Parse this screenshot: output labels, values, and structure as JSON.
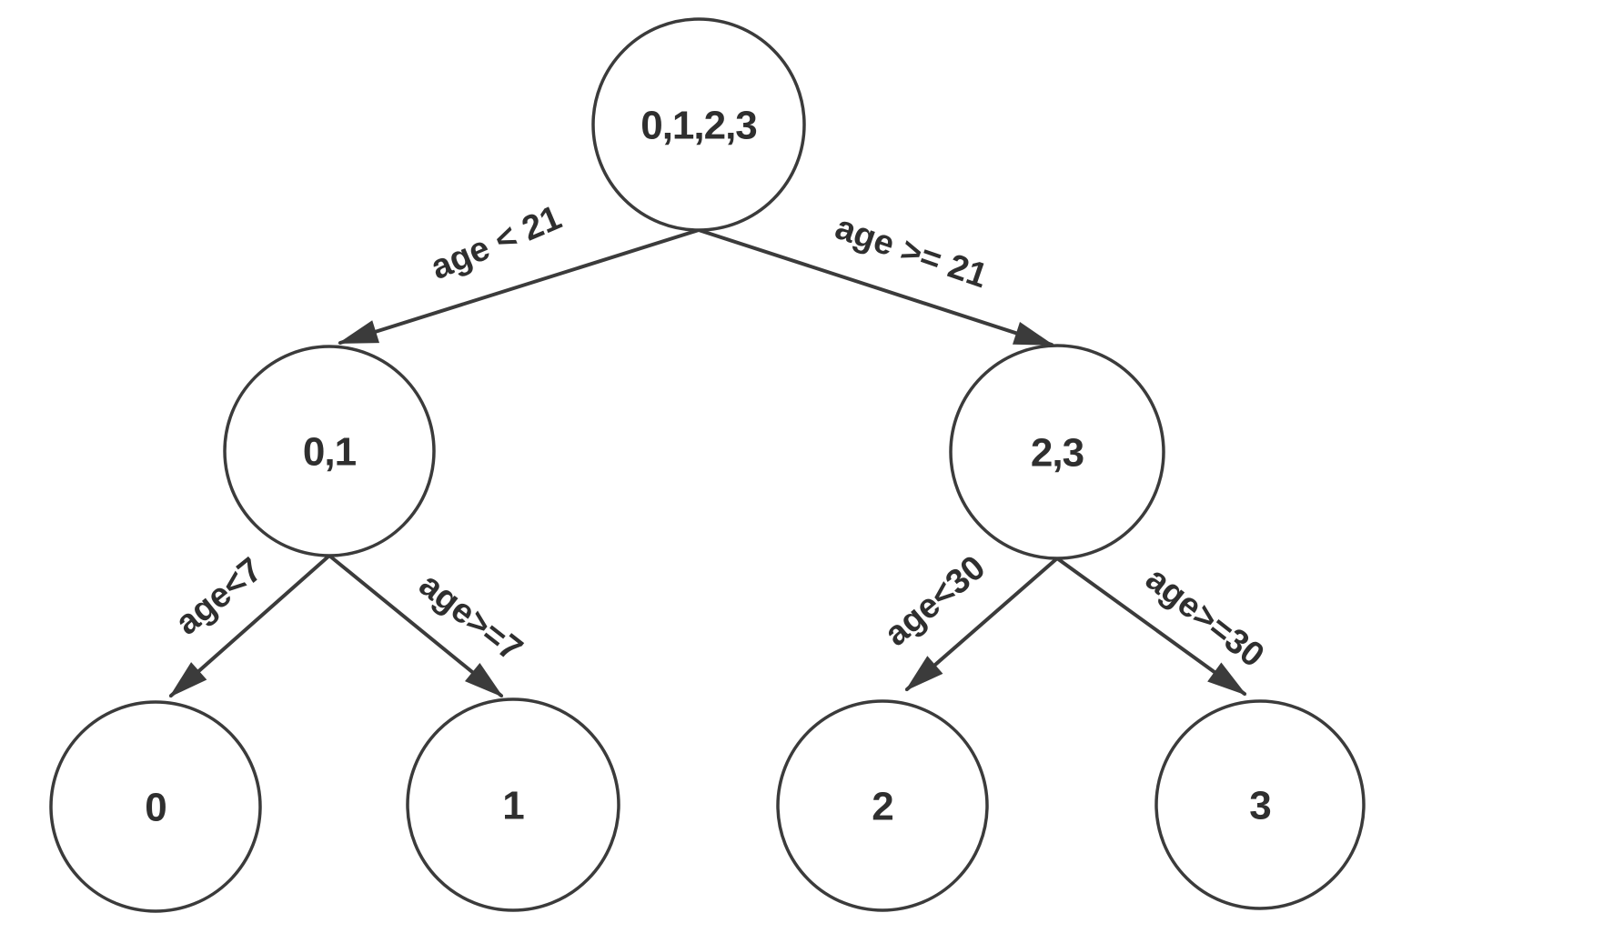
{
  "diagram": {
    "kind": "binary decision tree",
    "background_color": "#ffffff",
    "stroke_color": "#3b3b3b",
    "text_color": "#2f2f2f",
    "nodes": {
      "root": {
        "label": "0,1,2,3"
      },
      "left": {
        "label": "0,1"
      },
      "right": {
        "label": "2,3"
      },
      "leaf0": {
        "label": "0"
      },
      "leaf1": {
        "label": "1"
      },
      "leaf2": {
        "label": "2"
      },
      "leaf3": {
        "label": "3"
      }
    },
    "edges": {
      "root_left": {
        "from": "root",
        "to": "left",
        "label": "age < 21"
      },
      "root_right": {
        "from": "root",
        "to": "right",
        "label": "age >= 21"
      },
      "left_leaf0": {
        "from": "left",
        "to": "leaf0",
        "label": "age<7"
      },
      "left_leaf1": {
        "from": "left",
        "to": "leaf1",
        "label": "age>=7"
      },
      "right_leaf2": {
        "from": "right",
        "to": "leaf2",
        "label": "age<30"
      },
      "right_leaf3": {
        "from": "right",
        "to": "leaf3",
        "label": "age>=30"
      }
    }
  }
}
